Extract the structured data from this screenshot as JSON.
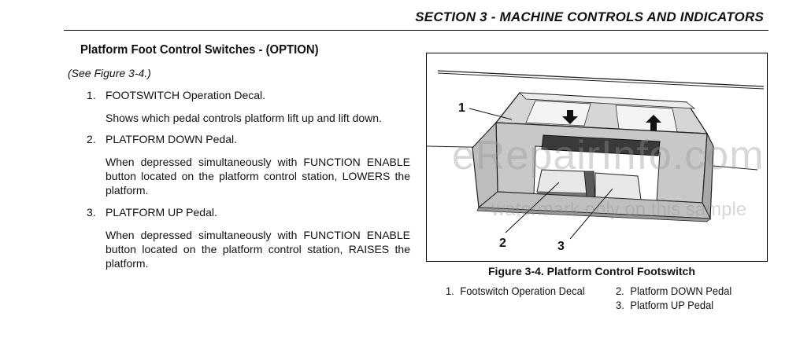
{
  "header": {
    "section_title": "SECTION 3 - MACHINE CONTROLS AND INDICATORS"
  },
  "content": {
    "heading": "Platform Foot Control Switches - (OPTION)",
    "see_figure": "(See Figure 3-4.)",
    "items": [
      {
        "num": "1.",
        "label": "FOOTSWITCH Operation Decal.",
        "desc": "Shows which pedal controls platform lift up and lift down."
      },
      {
        "num": "2.",
        "label": "PLATFORM DOWN Pedal.",
        "desc": "When depressed simultaneously with FUNCTION ENABLE button located on the platform control station, LOWERS the platform."
      },
      {
        "num": "3.",
        "label": "PLATFORM UP Pedal.",
        "desc": "When depressed simultaneously with FUNCTION ENABLE button located on the platform control station, RAISES the platform."
      }
    ]
  },
  "figure": {
    "callouts": [
      "1",
      "2",
      "3"
    ],
    "caption": "Figure 3-4. Platform Control Footswitch",
    "legend": [
      {
        "num": "1.",
        "label": "Footswitch Operation  Decal"
      },
      {
        "num": "2.",
        "label": "Platform DOWN Pedal"
      },
      {
        "num": "3.",
        "label": "Platform UP Pedal"
      }
    ]
  },
  "watermark": {
    "main": "eRepairInfo.com",
    "sub": "watermark only on this sample"
  }
}
